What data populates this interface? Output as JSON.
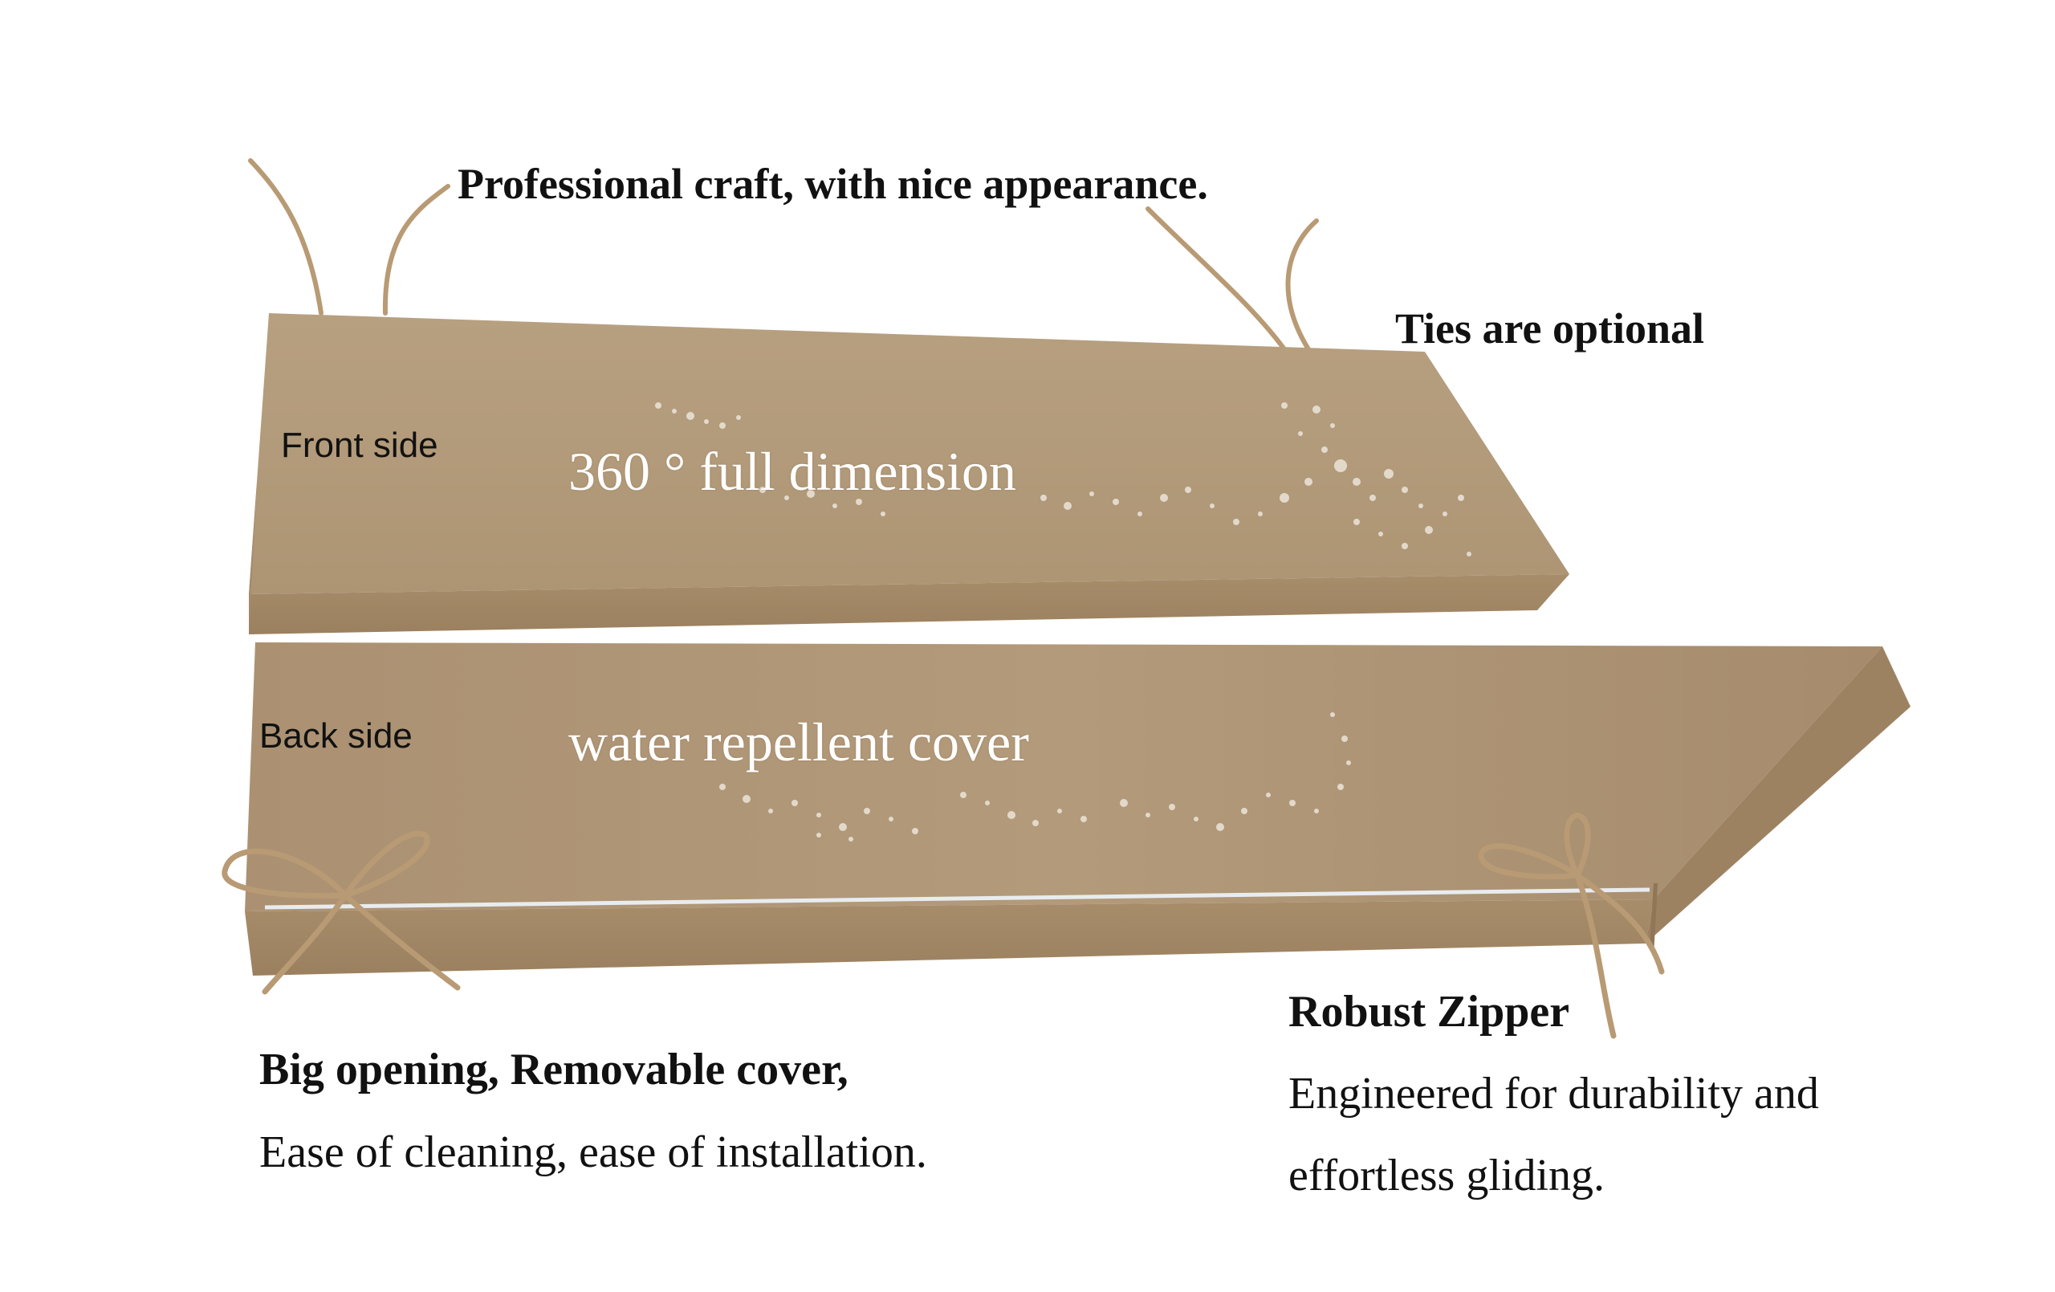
{
  "labels": {
    "headline": "Professional craft, with nice appearance.",
    "ties_optional": "Ties are optional",
    "front_side": "Front side",
    "full_dimension": "360 ° full dimension",
    "back_side": "Back side",
    "water_repellent": "water repellent cover",
    "zipper_title": "Robust Zipper",
    "zipper_desc_line1": "Engineered for durability and",
    "zipper_desc_line2": "effortless gliding.",
    "opening_title": "Big opening, Removable cover,",
    "opening_desc": "Ease of cleaning, ease of installation."
  },
  "colors": {
    "background": "#ffffff",
    "cushion_top": "#b29a7a",
    "cushion_side": "#a48a68",
    "cushion_shadow": "#8f7656",
    "tie": "#b89a74",
    "zipper": "#e8ecef",
    "droplet": "#e9e2d6",
    "text_dark": "#111111",
    "text_on_cushion": "#ffffff"
  },
  "icons": {
    "water_droplets": "water-droplets-icon",
    "tie_bow": "tie-bow-icon"
  }
}
